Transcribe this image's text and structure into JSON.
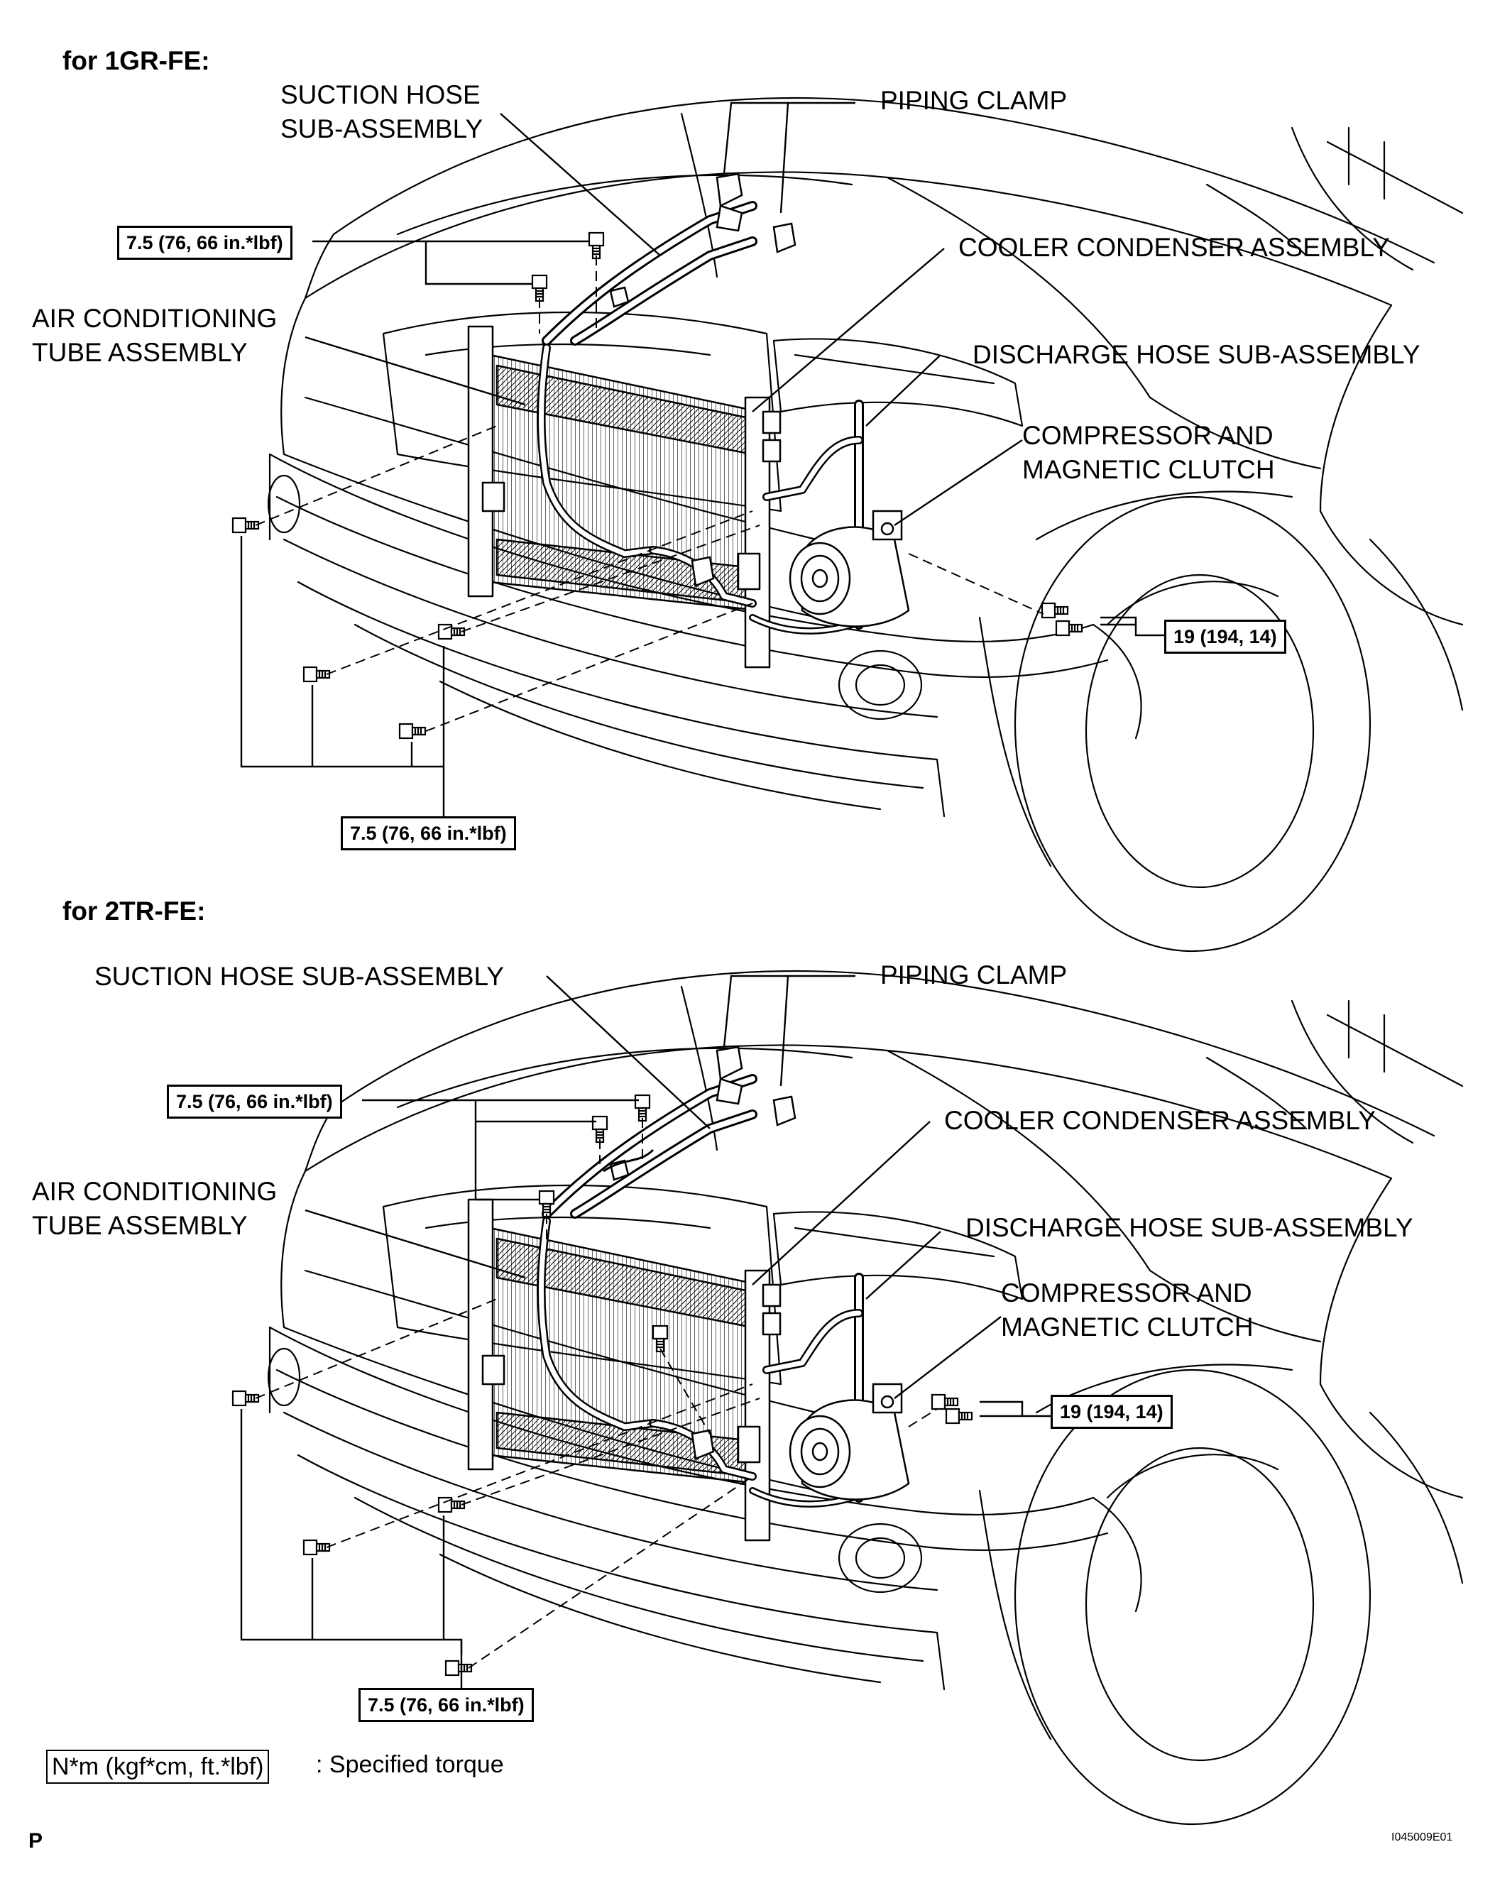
{
  "sections": [
    {
      "heading": "for 1GR-FE:",
      "labels": {
        "suction_hose": [
          "SUCTION HOSE",
          "SUB-ASSEMBLY"
        ],
        "piping_clamp": "PIPING CLAMP",
        "cooler_condenser": "COOLER CONDENSER ASSEMBLY",
        "air_conditioning_tube": [
          "AIR CONDITIONING",
          "TUBE ASSEMBLY"
        ],
        "discharge_hose": "DISCHARGE HOSE SUB-ASSEMBLY",
        "compressor": [
          "COMPRESSOR AND",
          "MAGNETIC CLUTCH"
        ]
      },
      "torques": {
        "upper_bolts": "7.5 (76, 66 in.*lbf)",
        "compressor_bolts": "19 (194, 14)",
        "lower_bolts": "7.5 (76, 66 in.*lbf)"
      }
    },
    {
      "heading": "for 2TR-FE:",
      "labels": {
        "suction_hose": [
          "SUCTION HOSE SUB-ASSEMBLY"
        ],
        "piping_clamp": "PIPING CLAMP",
        "cooler_condenser": "COOLER CONDENSER ASSEMBLY",
        "air_conditioning_tube": [
          "AIR CONDITIONING",
          "TUBE ASSEMBLY"
        ],
        "discharge_hose": "DISCHARGE HOSE SUB-ASSEMBLY",
        "compressor": [
          "COMPRESSOR AND",
          "MAGNETIC CLUTCH"
        ]
      },
      "torques": {
        "upper_bolts": "7.5 (76, 66 in.*lbf)",
        "compressor_bolts": "19 (194, 14)",
        "lower_bolts": "7.5 (76, 66 in.*lbf)"
      }
    }
  ],
  "legend": {
    "unit_box": "N*m (kgf*cm, ft.*lbf)",
    "description": ": Specified torque"
  },
  "footer": {
    "left_code": "P",
    "figure_id": "I045009E01"
  }
}
